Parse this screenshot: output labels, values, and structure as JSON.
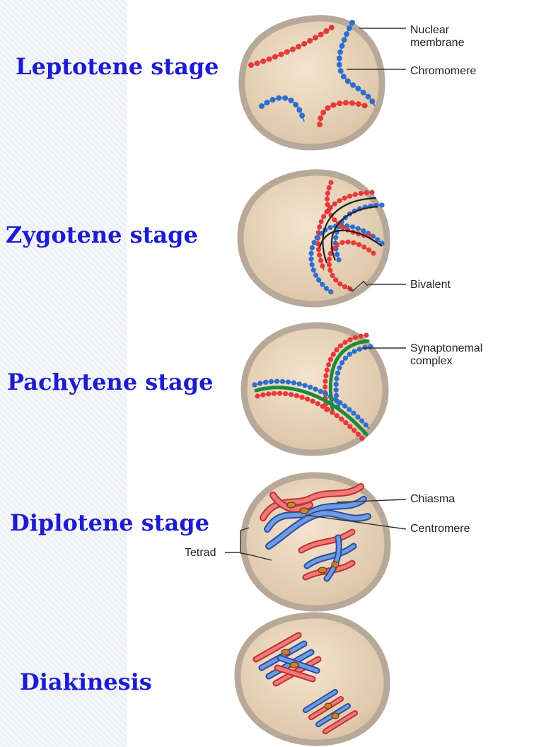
{
  "stages": [
    {
      "label": "Leptotene stage"
    },
    {
      "label": "Zygotene stage"
    },
    {
      "label": "Pachytene stage"
    },
    {
      "label": "Diplotene stage"
    },
    {
      "label": "Diakinesis"
    }
  ],
  "callouts": {
    "nuclear_membrane_line1": "Nuclear",
    "nuclear_membrane_line2": "membrane",
    "chromomere": "Chromomere",
    "bivalent": "Bivalent",
    "synaptonemal_line1": "Synaptonemal",
    "synaptonemal_line2": "complex",
    "chiasma": "Chiasma",
    "centromere": "Centromere",
    "tetrad": "Tetrad"
  },
  "colors": {
    "label_text": "#1c1cd0",
    "maternal_chromatid": "#e63a3a",
    "paternal_chromatid": "#2d6fd1",
    "synaptonemal": "#1f8a3a",
    "nucleus_fill": "#e6d2b6",
    "membrane": "#b8a899"
  }
}
